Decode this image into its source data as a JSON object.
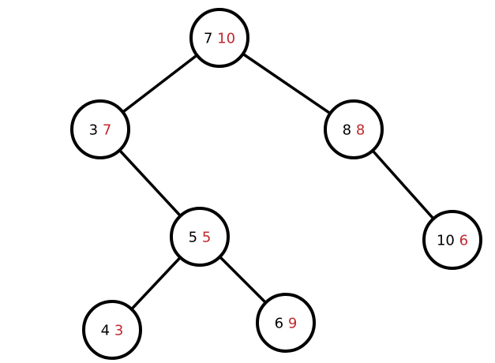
{
  "tree": {
    "colors": {
      "key": "#000000",
      "priority": "#c0282d",
      "edge": "#000000",
      "node_fill": "#ffffff"
    },
    "nodes": [
      {
        "id": "n7",
        "key": "7",
        "priority": "10"
      },
      {
        "id": "n3",
        "key": "3",
        "priority": "7"
      },
      {
        "id": "n8",
        "key": "8",
        "priority": "8"
      },
      {
        "id": "n5",
        "key": "5",
        "priority": "5"
      },
      {
        "id": "n10",
        "key": "10",
        "priority": "6"
      },
      {
        "id": "n4",
        "key": "4",
        "priority": "3"
      },
      {
        "id": "n6",
        "key": "6",
        "priority": "9"
      }
    ],
    "edges": [
      {
        "from": "n7",
        "to": "n3"
      },
      {
        "from": "n7",
        "to": "n8"
      },
      {
        "from": "n3",
        "to": "n5"
      },
      {
        "from": "n8",
        "to": "n10"
      },
      {
        "from": "n5",
        "to": "n4"
      },
      {
        "from": "n5",
        "to": "n6"
      }
    ]
  }
}
